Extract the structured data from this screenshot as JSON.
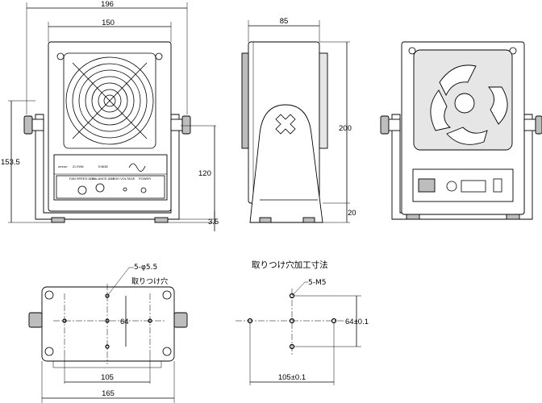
{
  "dimensions": {
    "front_width_total": "196",
    "front_width_body": "150",
    "front_height_total": "153.5",
    "front_height_body": "120",
    "front_foot": "3.5",
    "side_depth": "85",
    "side_height": "200",
    "side_foot": "20",
    "bottom_hole_dia": "5-φ5.5",
    "bottom_hole_note": "取りつけ穴",
    "bottom_pitch_v": "64",
    "bottom_pitch_h": "105",
    "bottom_width": "165",
    "tap_size": "5-M5",
    "tap_pitch_v": "64±0.1",
    "tap_pitch_h": "105±0.1"
  },
  "titles": {
    "mounting_holes": "取りつけ穴加工寸法"
  },
  "panel": {
    "brand": "omron",
    "model": "ZJ-FAN",
    "product": "E4638",
    "label_1": "FAN SPEED ADJ",
    "label_2": "BALANCE ADJ",
    "label_3": "HIGH VOLTAGE",
    "label_4": "POWER"
  }
}
